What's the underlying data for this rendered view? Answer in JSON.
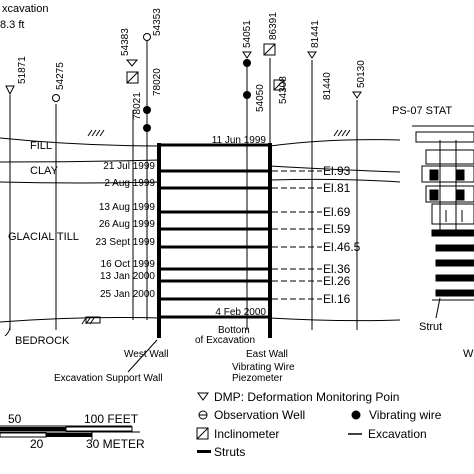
{
  "header": {
    "title_line1": "xcavation",
    "title_line2": "8.3 ft"
  },
  "instruments": {
    "dmp": [
      "51871",
      "54383",
      "54051",
      "81441",
      "50130",
      "81440"
    ],
    "observation_wells": [
      "54275",
      "54353",
      "54050"
    ],
    "inclinometers": [
      "78021",
      "78020",
      "86391",
      "54308"
    ]
  },
  "strata": {
    "fill": "FILL",
    "clay": "CLAY",
    "till": "GLACIAL TILL",
    "bedrock": "BEDROCK"
  },
  "stages": [
    {
      "date": "11 Jun 1999",
      "elevation": ""
    },
    {
      "date": "21 Jul 1999",
      "elevation": "El.93"
    },
    {
      "date": "2 Aug 1999",
      "elevation": "El.81"
    },
    {
      "date": "13 Aug 1999",
      "elevation": "El.69"
    },
    {
      "date": "26 Aug 1999",
      "elevation": "El.59"
    },
    {
      "date": "23 Sept 1999",
      "elevation": "El.46.5"
    },
    {
      "date": "16 Oct 1999",
      "elevation": "El.36"
    },
    {
      "date": "13 Jan 2000",
      "elevation": "El.26"
    },
    {
      "date": "25 Jan 2000",
      "elevation": "El.16"
    },
    {
      "date": "4 Feb 2000",
      "elevation": ""
    }
  ],
  "labels": {
    "bottom_line1": "Bottom",
    "bottom_line2": "of Excavation",
    "west_wall": "West Wall",
    "east_wall": "East Wall",
    "piezometer_line1": "Vibrating Wire",
    "piezometer_line2": "Piezometer",
    "support_wall": "Excavation Support Wall",
    "station": "PS-07 STAT",
    "strut": "Strut",
    "station_edge": "W"
  },
  "legend": {
    "dmp": "DMP: Deformation Monitoring Poin",
    "well": "Observation Well",
    "vibrating": "Vibrating wire",
    "inclinometer": "Inclinometer",
    "excavation": "Excavation",
    "struts": "Struts"
  },
  "scale": {
    "feet_50": "50",
    "feet_100": "100 FEET",
    "meter_20": "20",
    "meter_30": "30 METER"
  }
}
